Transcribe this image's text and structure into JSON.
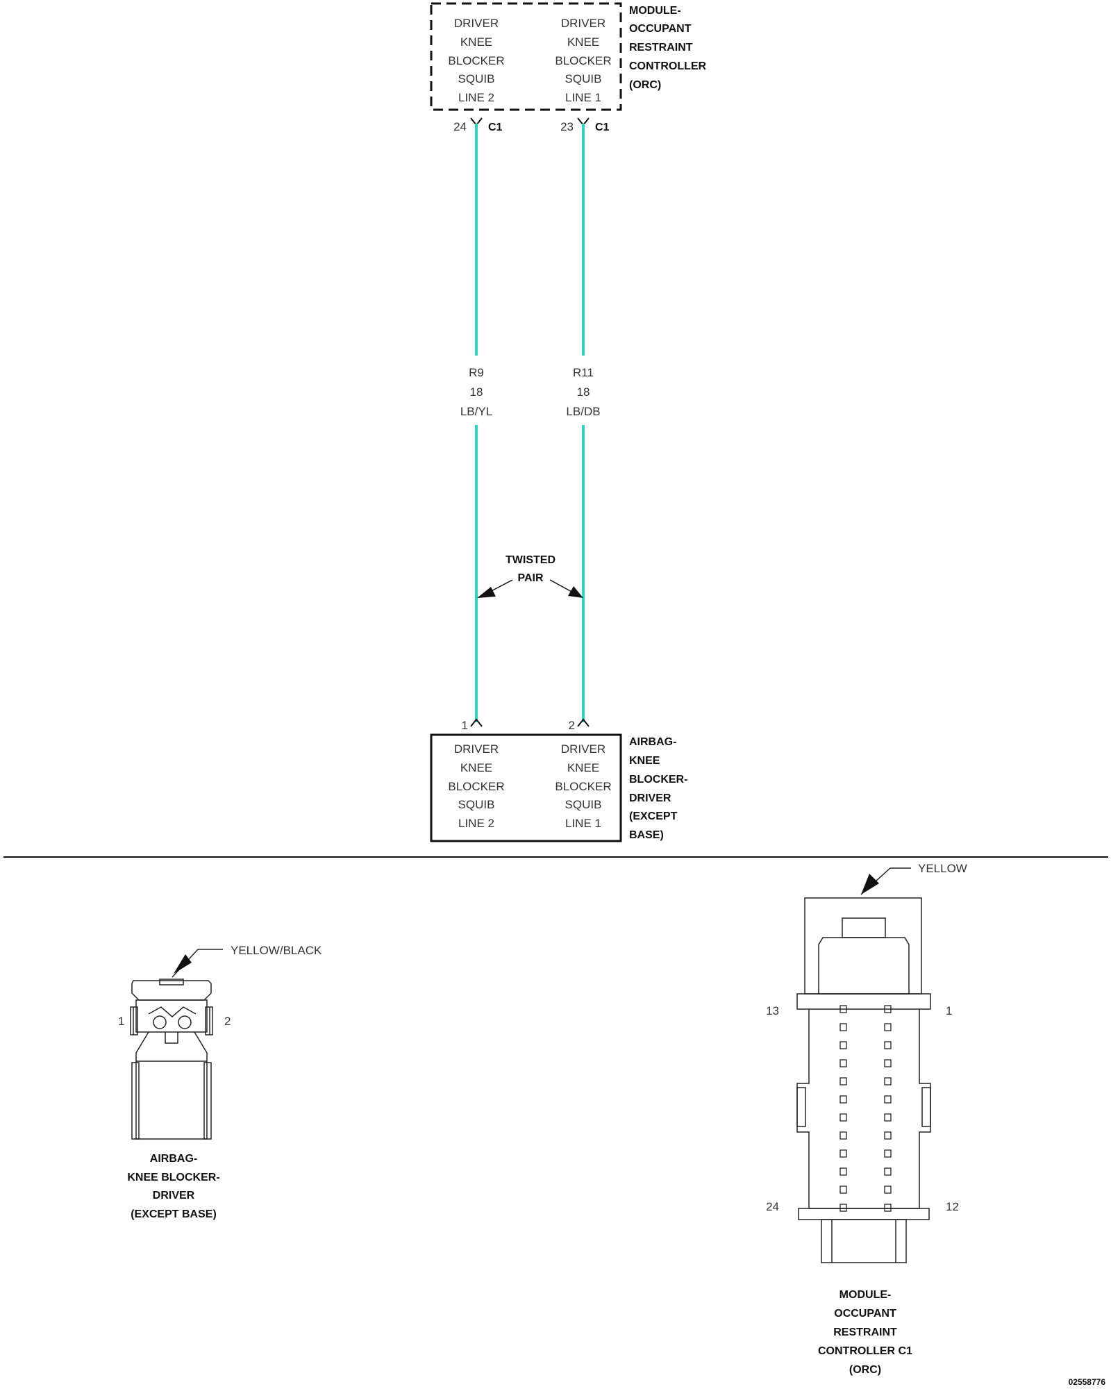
{
  "orc_module": {
    "pin_left": {
      "lines": [
        "DRIVER",
        "KNEE",
        "BLOCKER",
        "SQUIB",
        "LINE 2"
      ],
      "cavity": "24",
      "connector": "C1"
    },
    "pin_right": {
      "lines": [
        "DRIVER",
        "KNEE",
        "BLOCKER",
        "SQUIB",
        "LINE 1"
      ],
      "cavity": "23",
      "connector": "C1"
    },
    "name_lines": [
      "MODULE-",
      "OCCUPANT",
      "RESTRAINT",
      "CONTROLLER",
      "(ORC)"
    ]
  },
  "wires": [
    {
      "circuit": "R9",
      "gauge": "18",
      "color_code": "LB/YL"
    },
    {
      "circuit": "R11",
      "gauge": "18",
      "color_code": "LB/DB"
    }
  ],
  "wire_color": "#2ed8c0",
  "twisted_pair": {
    "lines": [
      "TWISTED",
      "PAIR"
    ]
  },
  "airbag": {
    "pin_left": {
      "lines": [
        "DRIVER",
        "KNEE",
        "BLOCKER",
        "SQUIB",
        "LINE 2"
      ],
      "cavity": "1"
    },
    "pin_right": {
      "lines": [
        "DRIVER",
        "KNEE",
        "BLOCKER",
        "SQUIB",
        "LINE 1"
      ],
      "cavity": "2"
    },
    "name_lines": [
      "AIRBAG-",
      "KNEE",
      "BLOCKER-",
      "DRIVER",
      "(EXCEPT",
      "BASE)"
    ]
  },
  "connector_small": {
    "color_label": "YELLOW/BLACK",
    "pin_left": "1",
    "pin_right": "2",
    "name_lines": [
      "AIRBAG-",
      "KNEE BLOCKER-",
      "DRIVER",
      "(EXCEPT BASE)"
    ]
  },
  "connector_large": {
    "color_label": "YELLOW",
    "pin_top_left": "13",
    "pin_top_right": "1",
    "pin_bottom_left": "24",
    "pin_bottom_right": "12",
    "name_lines": [
      "MODULE-",
      "OCCUPANT",
      "RESTRAINT",
      "CONTROLLER C1",
      "(ORC)"
    ]
  },
  "figure_id": "02558776"
}
